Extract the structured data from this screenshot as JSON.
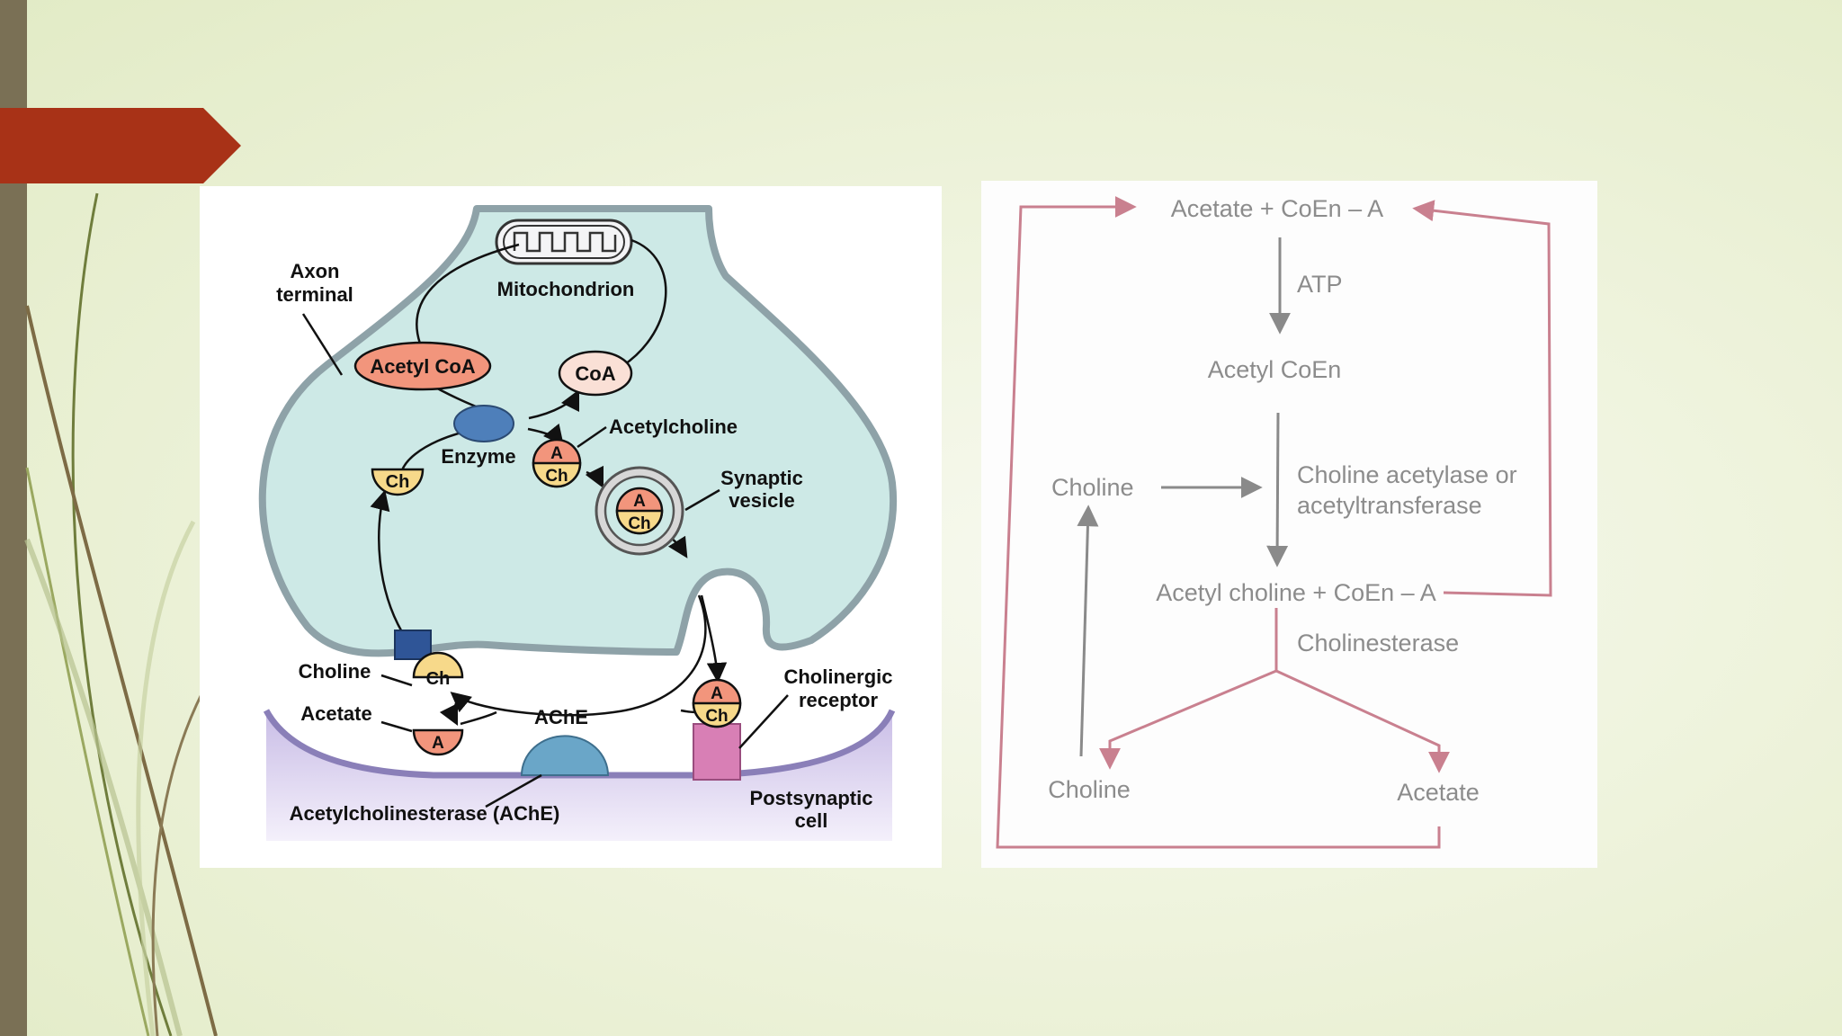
{
  "slide": {
    "colors": {
      "accent": "#a83217",
      "sidebar": "#7a7055",
      "background": "#eef3dc"
    }
  },
  "synapse_diagram": {
    "labels": {
      "axon_terminal_1": "Axon",
      "axon_terminal_2": "terminal",
      "mitochondrion": "Mitochondrion",
      "acetyl_coa": "Acetyl CoA",
      "coa": "CoA",
      "enzyme": "Enzyme",
      "acetylcholine": "Acetylcholine",
      "synaptic_vesicle_1": "Synaptic",
      "synaptic_vesicle_2": "vesicle",
      "choline": "Choline",
      "acetate": "Acetate",
      "ache": "AChE",
      "cholinergic_receptor_1": "Cholinergic",
      "cholinergic_receptor_2": "receptor",
      "postsynaptic_cell_1": "Postsynaptic",
      "postsynaptic_cell_2": "cell",
      "acetylcholinesterase": "Acetylcholinesterase (AChE)"
    },
    "molecule_symbols": {
      "acetyl": "A",
      "choline": "Ch"
    },
    "colors": {
      "cell_fill": "#cde9e6",
      "membrane": "#8ea2a8",
      "acetyl": "#f2957c",
      "choline": "#f7d98a",
      "enzyme": "#4e7fba",
      "transporter": "#2f5597",
      "postsynaptic": "#e3dcf0",
      "receptor": "#d87fb5",
      "ache_enzyme": "#6aa6c8"
    }
  },
  "flowchart": {
    "nodes": {
      "acetate_coen_a": "Acetate + CoEn – A",
      "atp": "ATP",
      "acetyl_coen": "Acetyl CoEn",
      "choline_input": "Choline",
      "enzyme_line_1": "Choline acetylase or",
      "enzyme_line_2": "acetyltransferase",
      "acetyl_choline_coen_a": "Acetyl choline + CoEn – A",
      "cholinesterase": "Cholinesterase",
      "choline_product": "Choline",
      "acetate_product": "Acetate"
    },
    "colors": {
      "gray_arrow": "#8a8a8a",
      "red_arrow": "#c9808f",
      "text": "#8c8c8c"
    }
  }
}
